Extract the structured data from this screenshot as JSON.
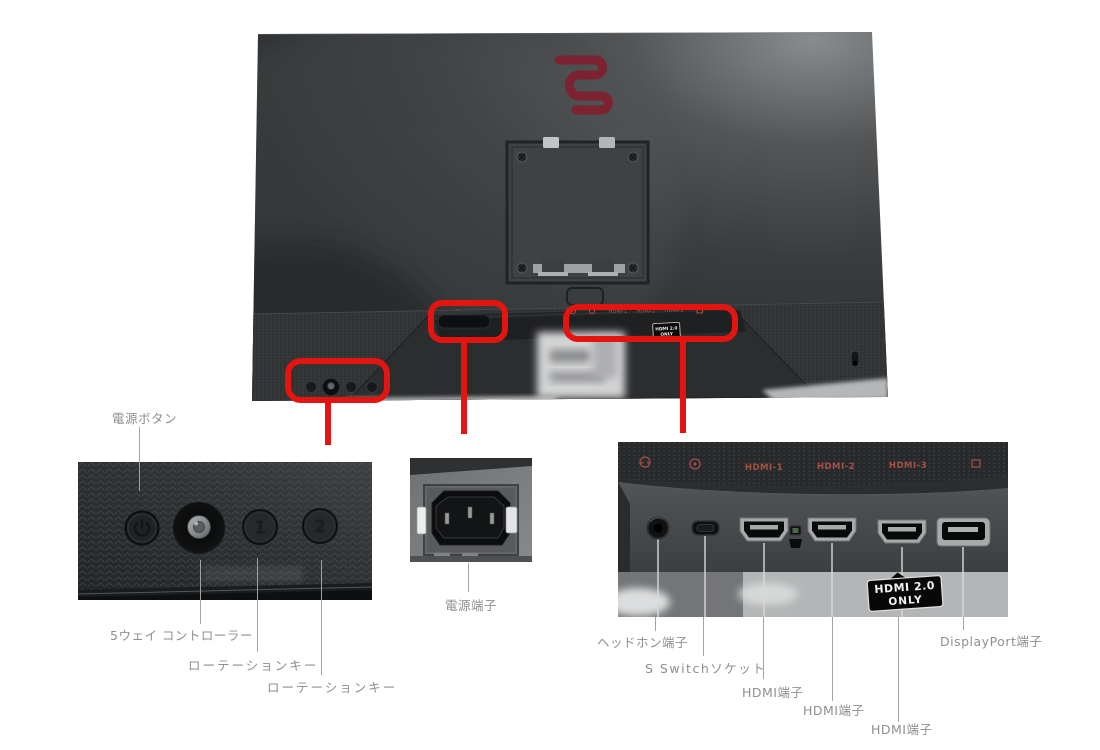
{
  "colors": {
    "annotation_red": "#e41410",
    "label_gray": "#8f8f8f",
    "port_label_red": "#b4574b",
    "logo_red": "#7d2230"
  },
  "monitor": {
    "port_strip": {
      "hdmi1": "HDMI-1",
      "hdmi2": "HDMI-2",
      "hdmi3": "HDMI-3"
    },
    "hdmi_sticker": {
      "line1": "HDMI 2.0",
      "line2": "ONLY"
    }
  },
  "controls_closeup": {
    "button1": "1",
    "button2": "2",
    "labels": {
      "power_button": "電源ボタン",
      "five_way_controller": "5ウェイ コントローラー",
      "rotation_key": "ローテーションキー"
    }
  },
  "power_closeup": {
    "label": "電源端子"
  },
  "ports_closeup": {
    "labels": {
      "headphone": "ヘッドホン端子",
      "s_switch": "S Switchソケット",
      "hdmi": "HDMI端子",
      "displayport": "DisplayPort端子"
    }
  }
}
